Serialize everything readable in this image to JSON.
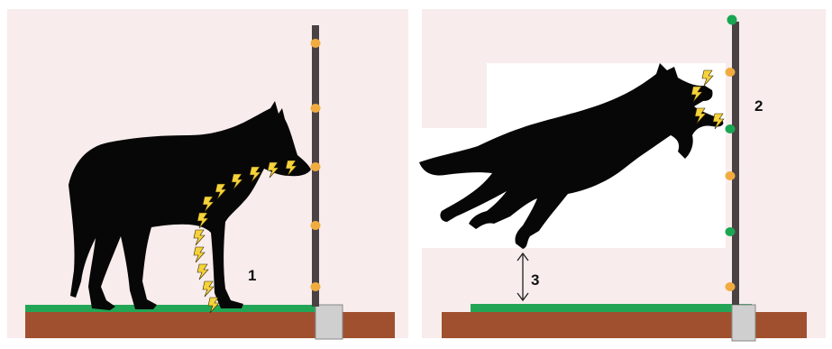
{
  "labels": {
    "touch": "1",
    "jump_contact": "2",
    "clearance": "3"
  },
  "colors": {
    "background": "#f8ecec",
    "ground_grass": "#22a655",
    "ground_soil": "#a0502e",
    "post": "#4a4142",
    "insulator_orange": "#f1ac40",
    "insulator_green": "#1aa653",
    "spark": "#f5d33a",
    "wolf": "#070707",
    "panel_white": "#ffffff"
  },
  "icons": {
    "wolf_standing": "wolf-silhouette-standing",
    "wolf_jumping": "wolf-silhouette-jumping",
    "shock": "lightning-bolt",
    "height_gap": "double-arrow-vertical"
  }
}
